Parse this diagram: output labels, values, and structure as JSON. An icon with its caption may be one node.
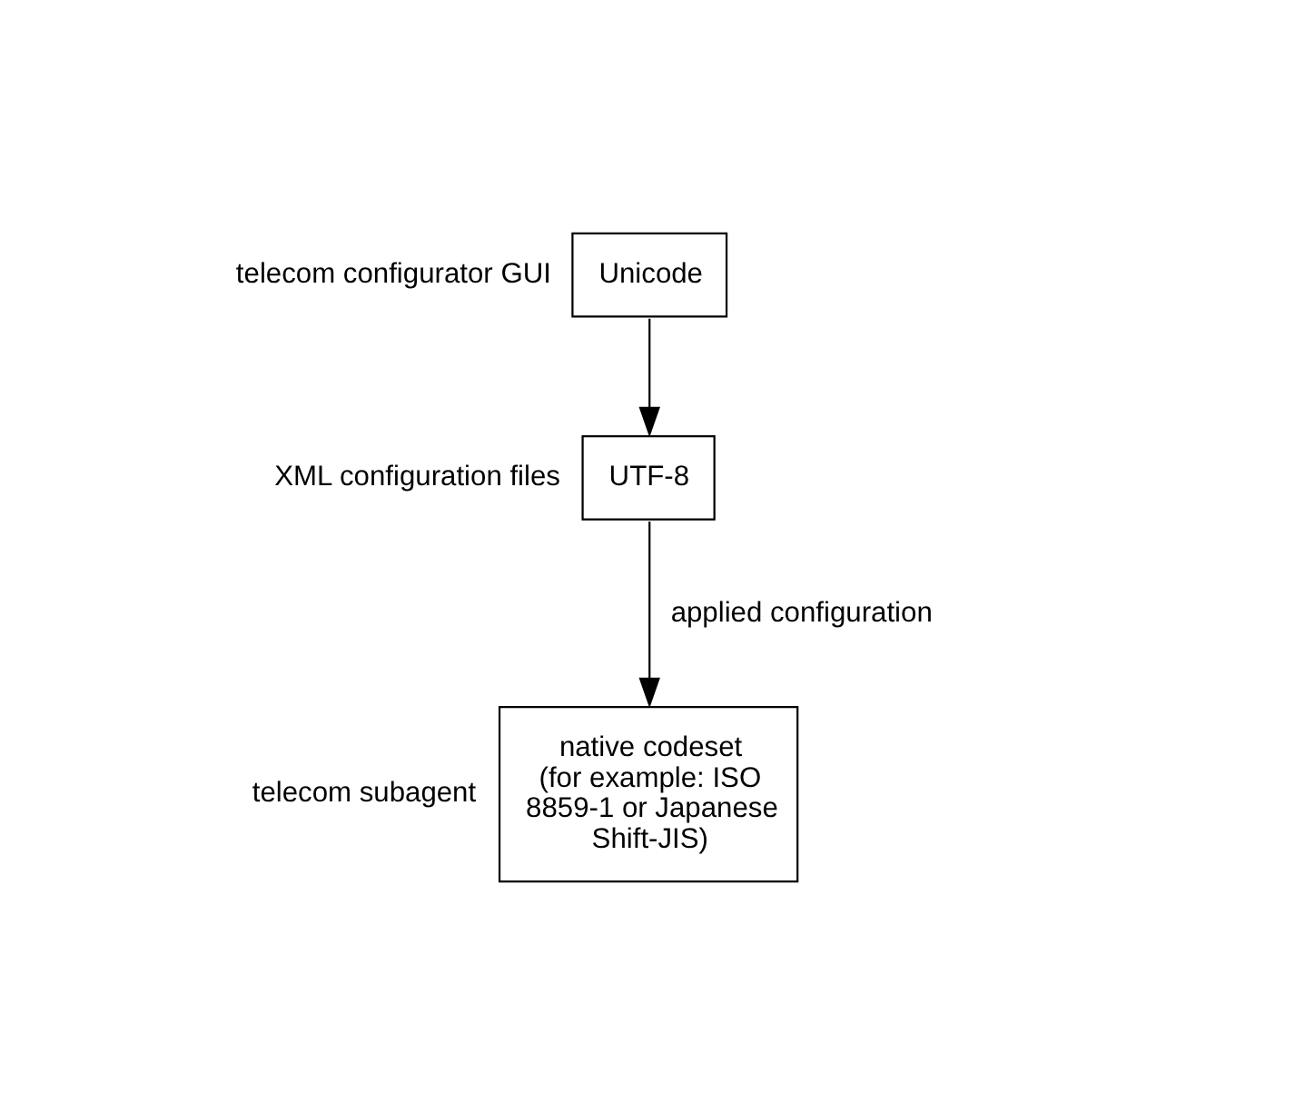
{
  "diagram": {
    "nodes": [
      {
        "text": [
          "Unicode"
        ],
        "beside": [
          "telecom configurator GUI"
        ]
      },
      {
        "text": [
          "UTF-8"
        ],
        "beside": [
          "XML configuration files"
        ]
      },
      {
        "text": [
          "native codeset (for example: ISO 8859-1 or Japanese Shift-JIS)"
        ],
        "beside": [
          "telecom subagent"
        ]
      }
    ],
    "edges": [
      {
        "from": 0,
        "to": 1,
        "arrow": "to"
      },
      {
        "from": 1,
        "to": 2,
        "arrow": "to",
        "label": "applied configuration"
      }
    ]
  }
}
